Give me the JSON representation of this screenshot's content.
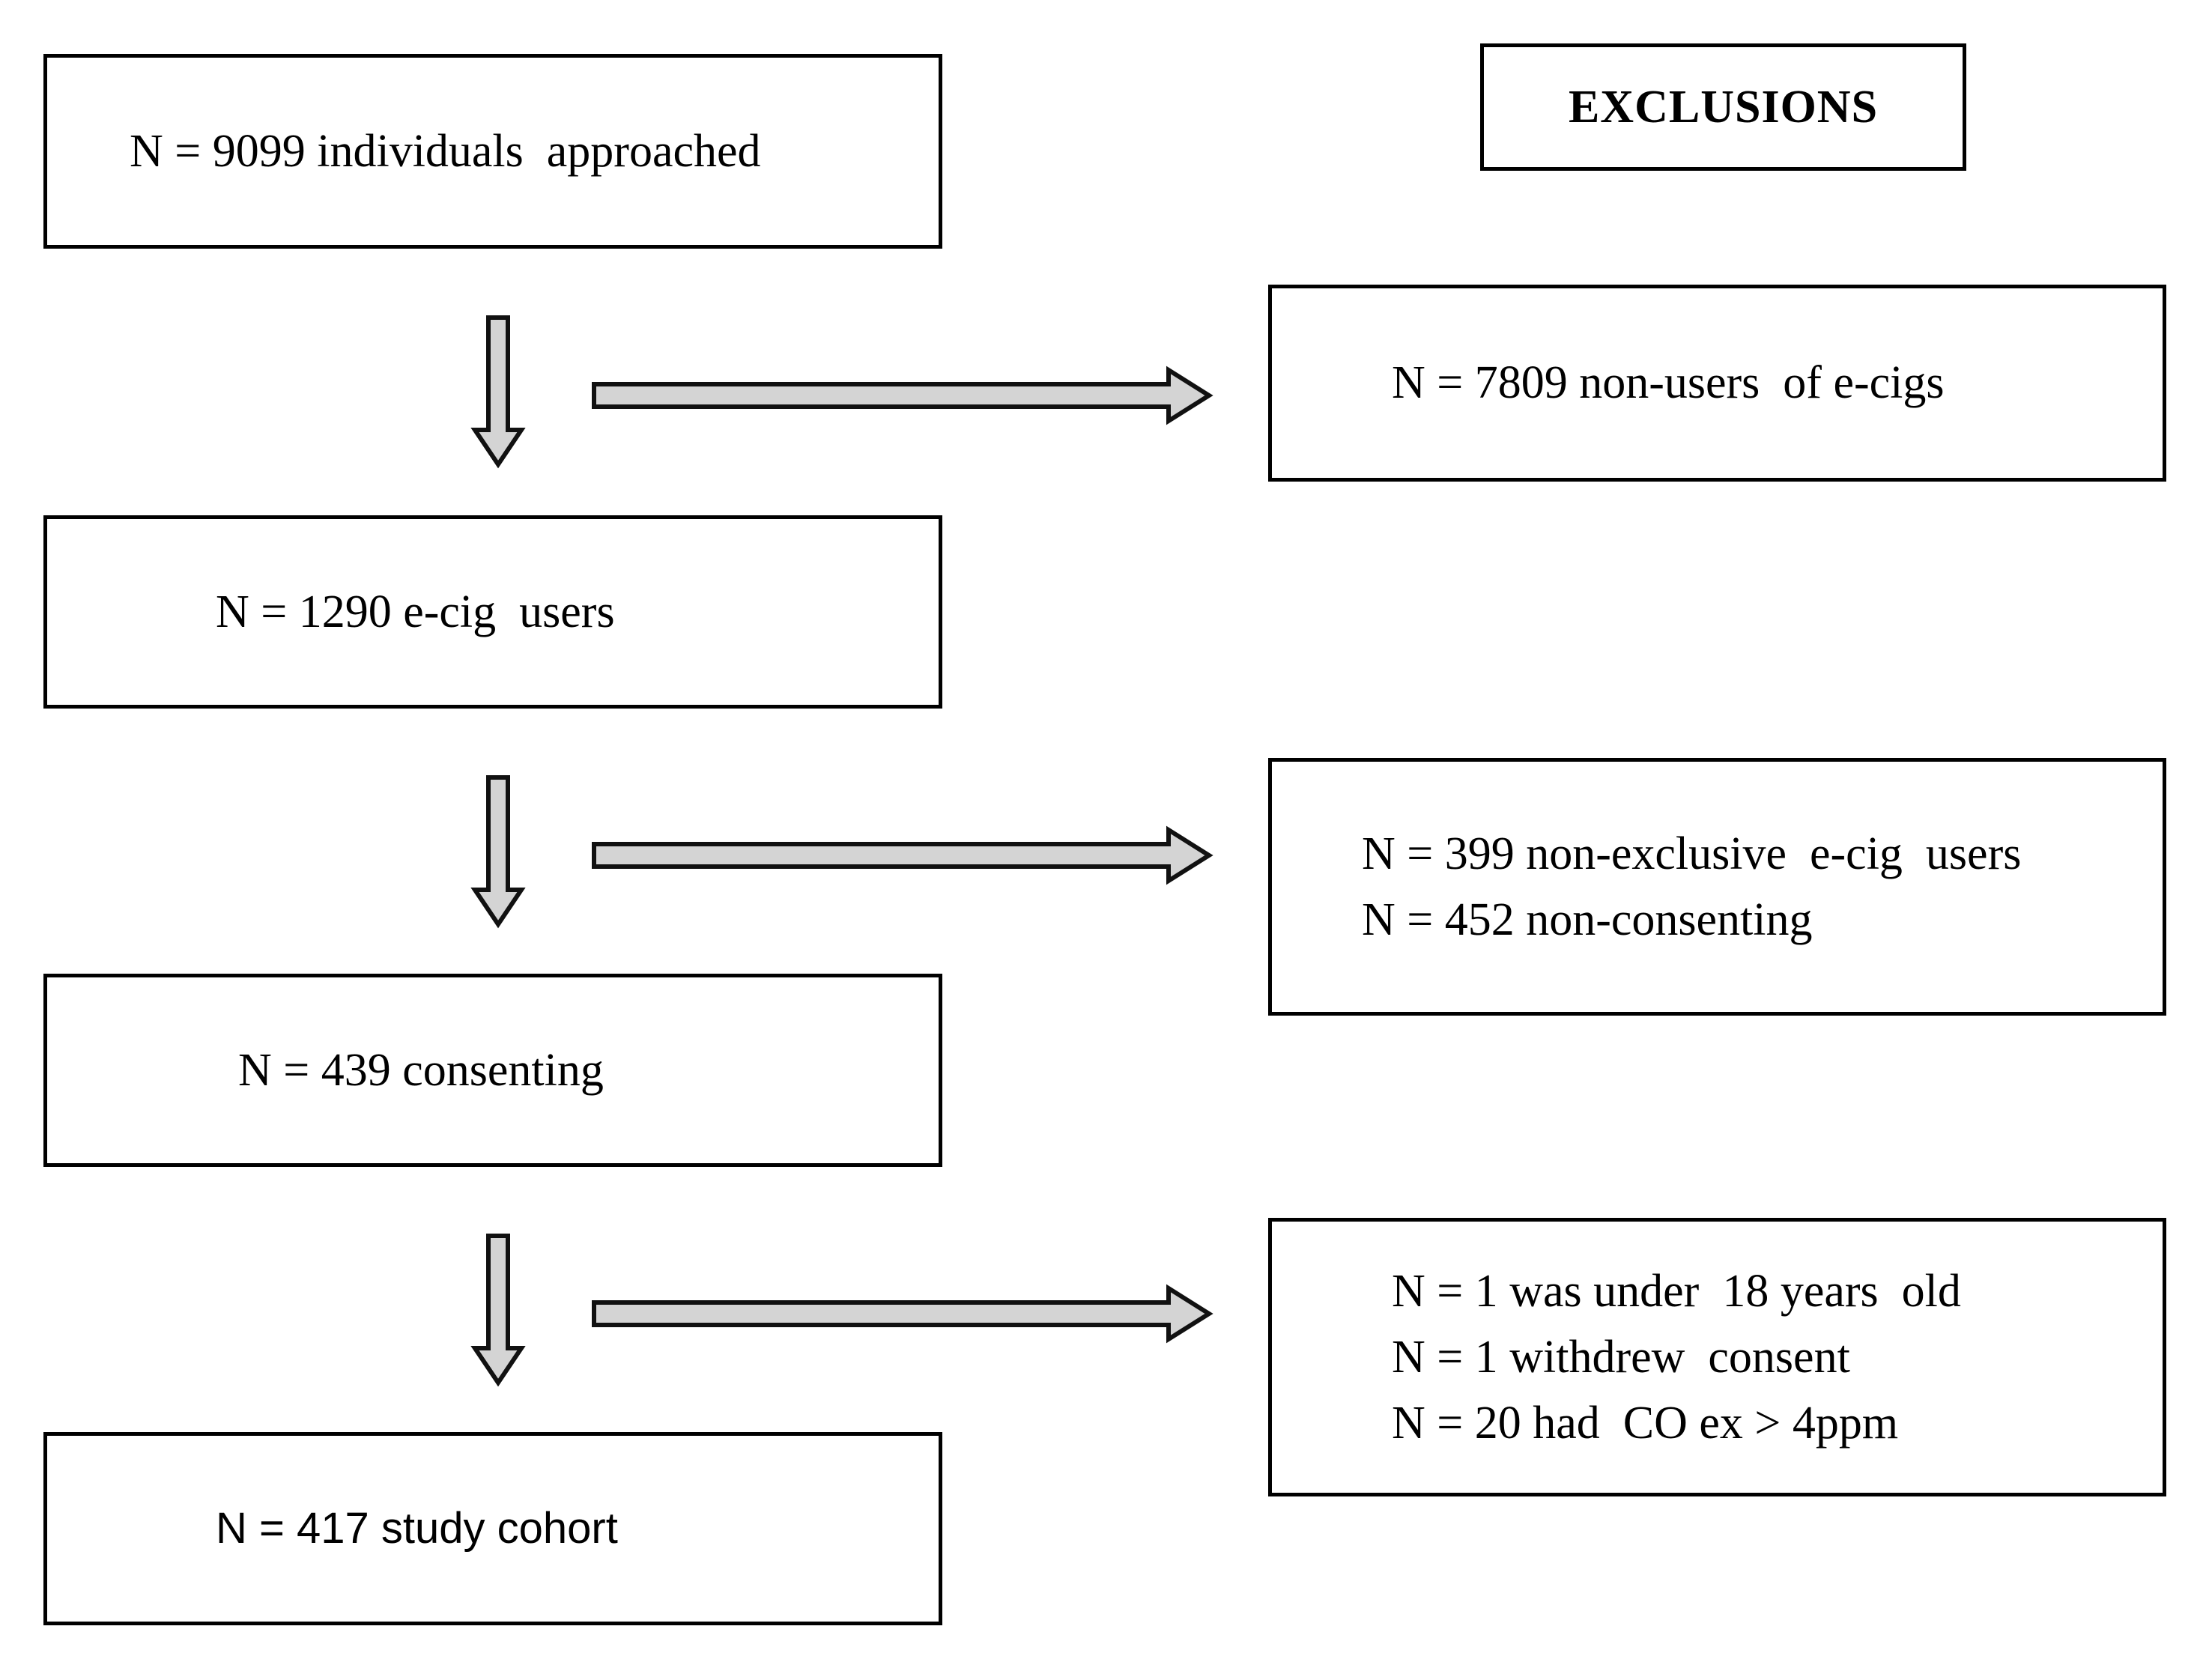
{
  "diagram": {
    "type": "flowchart",
    "title_box": {
      "label": "EXCLUSIONS"
    },
    "flow_boxes": [
      {
        "id": "approached",
        "lines": [
          "N = 9099 individuals  approached"
        ]
      },
      {
        "id": "ecig-users",
        "lines": [
          "N = 1290 e-cig  users"
        ]
      },
      {
        "id": "consenting",
        "lines": [
          "N = 439 consenting"
        ]
      },
      {
        "id": "study-cohort",
        "lines": [
          "N = 417 study cohort"
        ]
      }
    ],
    "exclusion_boxes": [
      {
        "id": "non-users",
        "lines": [
          "N = 7809 non-users  of e-cigs"
        ]
      },
      {
        "id": "non-exclusive-and-non-consenting",
        "lines": [
          "N = 399 non-exclusive  e-cig  users",
          "N = 452 non-consenting"
        ]
      },
      {
        "id": "final-exclusions",
        "lines": [
          "N = 1 was under  18 years  old",
          "N = 1 withdrew  consent",
          "N = 20 had  CO ex > 4ppm"
        ]
      }
    ],
    "arrows": {
      "down_icon": "arrow-down-block-icon",
      "right_icon": "arrow-right-block-icon",
      "fill_color": "#d4d4d4",
      "stroke_color": "#111111"
    }
  }
}
